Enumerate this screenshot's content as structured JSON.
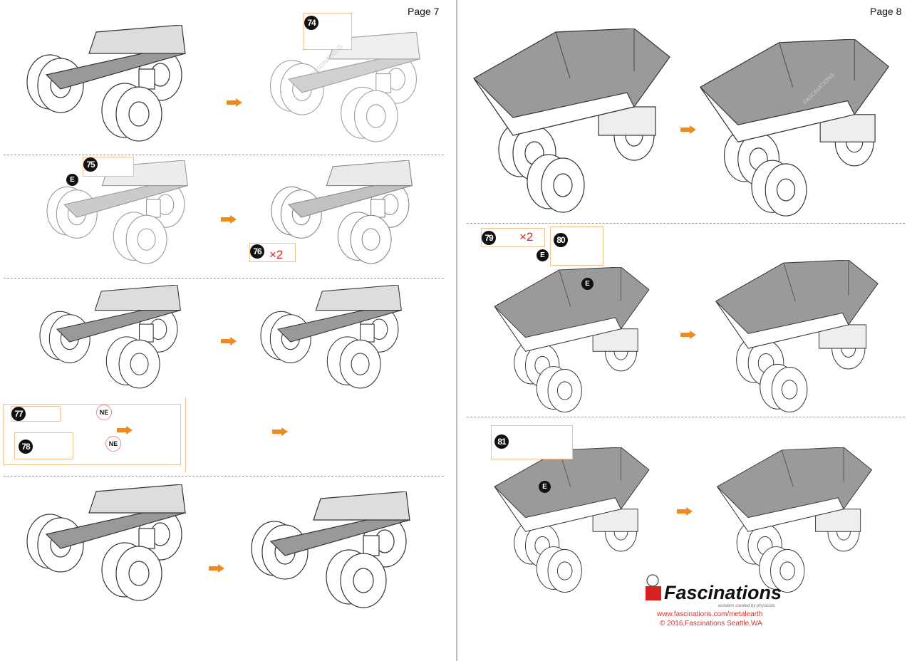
{
  "pages": [
    {
      "label": "Page 7"
    },
    {
      "label": "Page 8"
    }
  ],
  "steps": {
    "s74": "74",
    "s75": "75",
    "s76": "76",
    "s77": "77",
    "s78": "78",
    "s79": "79",
    "s80": "80",
    "s81": "81"
  },
  "markers": {
    "e": "E",
    "ne": "NE",
    "quantity": "×2"
  },
  "watermark": "FASCINATIONS",
  "logo": {
    "name": "Fascinations",
    "tagline": "wonders created by physicists",
    "url": "www.fascinations.com/metalearth",
    "copyright": "© 2016,Fascinations Seattle,WA"
  },
  "colors": {
    "accent": "#f08a1c",
    "callout": "#f2c08a",
    "red": "#e02020",
    "blue": "#2a8fd8",
    "green": "#8cc63f"
  }
}
